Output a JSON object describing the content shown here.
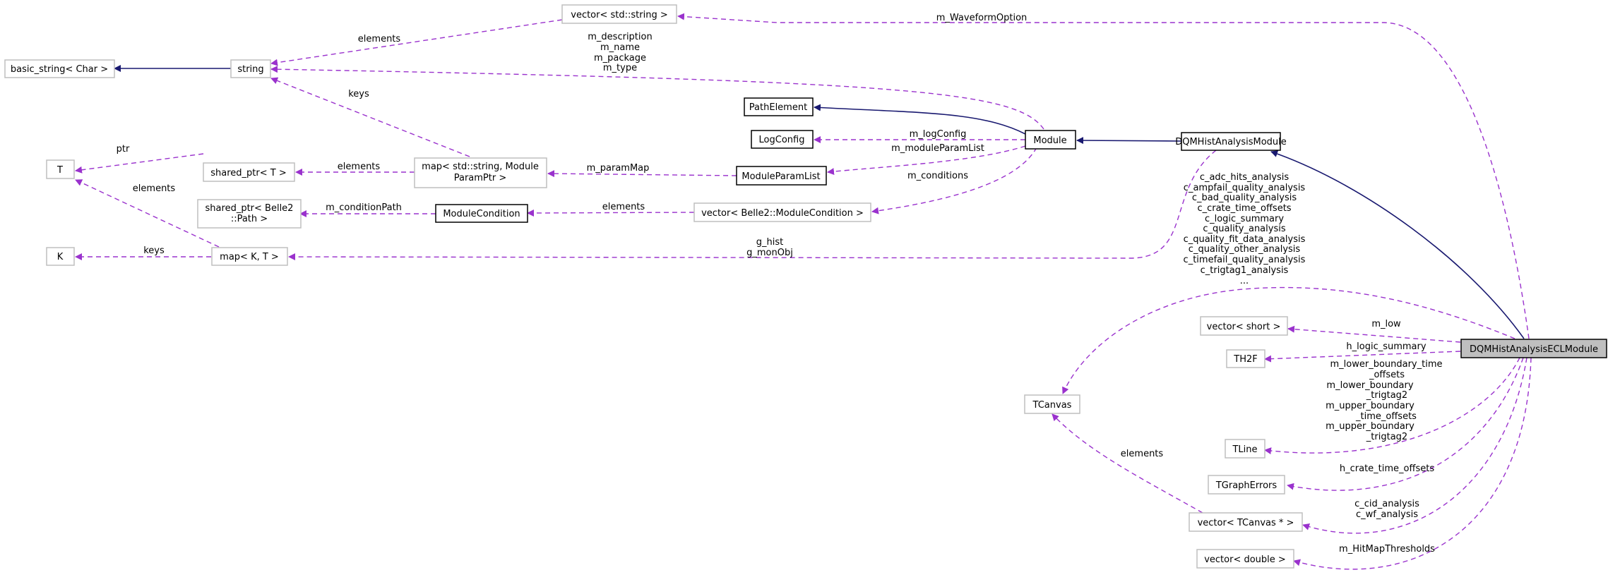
{
  "colors": {
    "usage_edge": "#9a32cd",
    "inheritance_edge": "#191970",
    "current_node_fill": "#bfbfbf",
    "undocumented_border": "#bfbfbf"
  },
  "nodes": {
    "vector_string": "vector< std::string >",
    "basic_string": "basic_string< Char >",
    "string": "string",
    "path_element": "PathElement",
    "log_config": "LogConfig",
    "module": "Module",
    "dqm_hist_analysis_module": "DQMHistAnalysisModule",
    "shared_ptr_t": "shared_ptr< T >",
    "map_param_1": "map< std::string, Module",
    "map_param_2": "ParamPtr >",
    "module_param_list": "ModuleParamList",
    "t": "T",
    "shared_ptr_path_1": "shared_ptr< Belle2",
    "shared_ptr_path_2": "::Path >",
    "module_condition": "ModuleCondition",
    "vector_module_condition": "vector< Belle2::ModuleCondition >",
    "k": "K",
    "map_kt": "map< K, T >",
    "vector_short": "vector< short >",
    "ecl_module": "DQMHistAnalysisECLModule",
    "th2f": "TH2F",
    "tcanvas": "TCanvas",
    "tline": "TLine",
    "tgrapherrors": "TGraphErrors",
    "vector_tcanvas": "vector< TCanvas * >",
    "vector_double": "vector< double >"
  },
  "edge_labels": {
    "elements_vector_string": "elements",
    "string_members": [
      "m_description",
      "m_name",
      "m_package",
      "m_type"
    ],
    "keys_string": "keys",
    "waveform_option": "m_WaveformOption",
    "log_config": "m_logConfig",
    "module_param_list": "m_moduleParamList",
    "conditions": "m_conditions",
    "param_map": "m_paramMap",
    "elements_shared_ptr": "elements",
    "ptr": "ptr",
    "elements_t": "elements",
    "keys_k": "keys",
    "condition_path": "m_conditionPath",
    "elements_condition": "elements",
    "g_members": [
      "g_hist",
      "g_monObj"
    ],
    "canvas_members": [
      "c_adc_hits_analysis",
      "c_ampfail_quality_analysis",
      "c_bad_quality_analysis",
      "c_crate_time_offsets",
      "c_logic_summary",
      "c_quality_analysis",
      "c_quality_fit_data_analysis",
      "c_quality_other_analysis",
      "c_timefail_quality_analysis",
      "c_trigtag1_analysis",
      "..."
    ],
    "m_low": "m_low",
    "h_logic_summary": "h_logic_summary",
    "boundary_members": [
      "m_lower_boundary_time",
      "_offsets",
      "m_lower_boundary",
      "_trigtag2",
      "m_upper_boundary",
      "_time_offsets",
      "m_upper_boundary",
      "_trigtag2"
    ],
    "h_crate_time_offsets": "h_crate_time_offsets",
    "canvas_vector_members": [
      "c_cid_analysis",
      "c_wf_analysis"
    ],
    "hitmap_thresholds": "m_HitMapThresholds",
    "elements_tcanvas": "elements"
  }
}
